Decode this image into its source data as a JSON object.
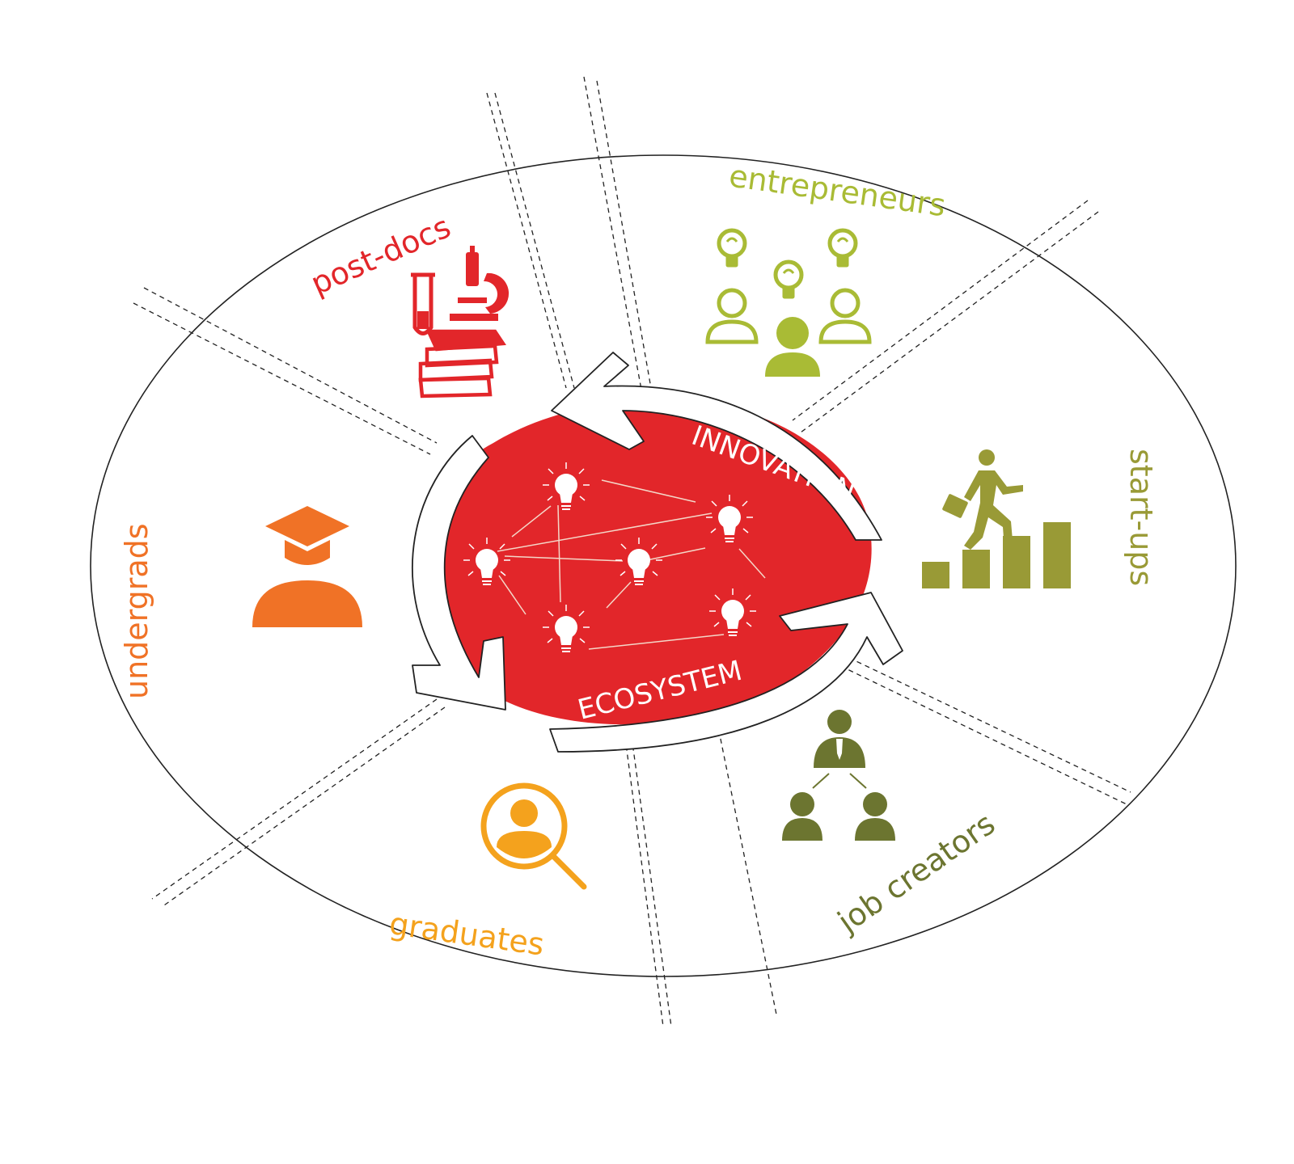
{
  "core": {
    "top_label": "INNOVATION",
    "bottom_label": "ECOSYSTEM"
  },
  "segments": {
    "post_docs": "post-docs",
    "entrepreneurs": "entrepreneurs",
    "start_ups": "start-ups",
    "job_creators": "job creators",
    "graduates": "graduates",
    "undergrads": "undergrads"
  },
  "icons": {
    "post_docs": [
      "test-tube-icon",
      "microscope-icon",
      "books-icon"
    ],
    "entrepreneurs": [
      "lightbulb-icon",
      "person-icon"
    ],
    "start_ups": "climbing-steps-icon",
    "job_creators": "org-chart-icon",
    "graduates": "person-search-icon",
    "undergrads": "graduate-cap-icon",
    "core": "lightbulb-network-icon"
  },
  "colors": {
    "core_red": "#e2262a",
    "post_docs": "#e2262a",
    "entrepreneurs": "#a9bb35",
    "start_ups": "#999a36",
    "job_creators": "#6c7530",
    "graduates": "#f4a21d",
    "undergrads": "#f07226"
  }
}
